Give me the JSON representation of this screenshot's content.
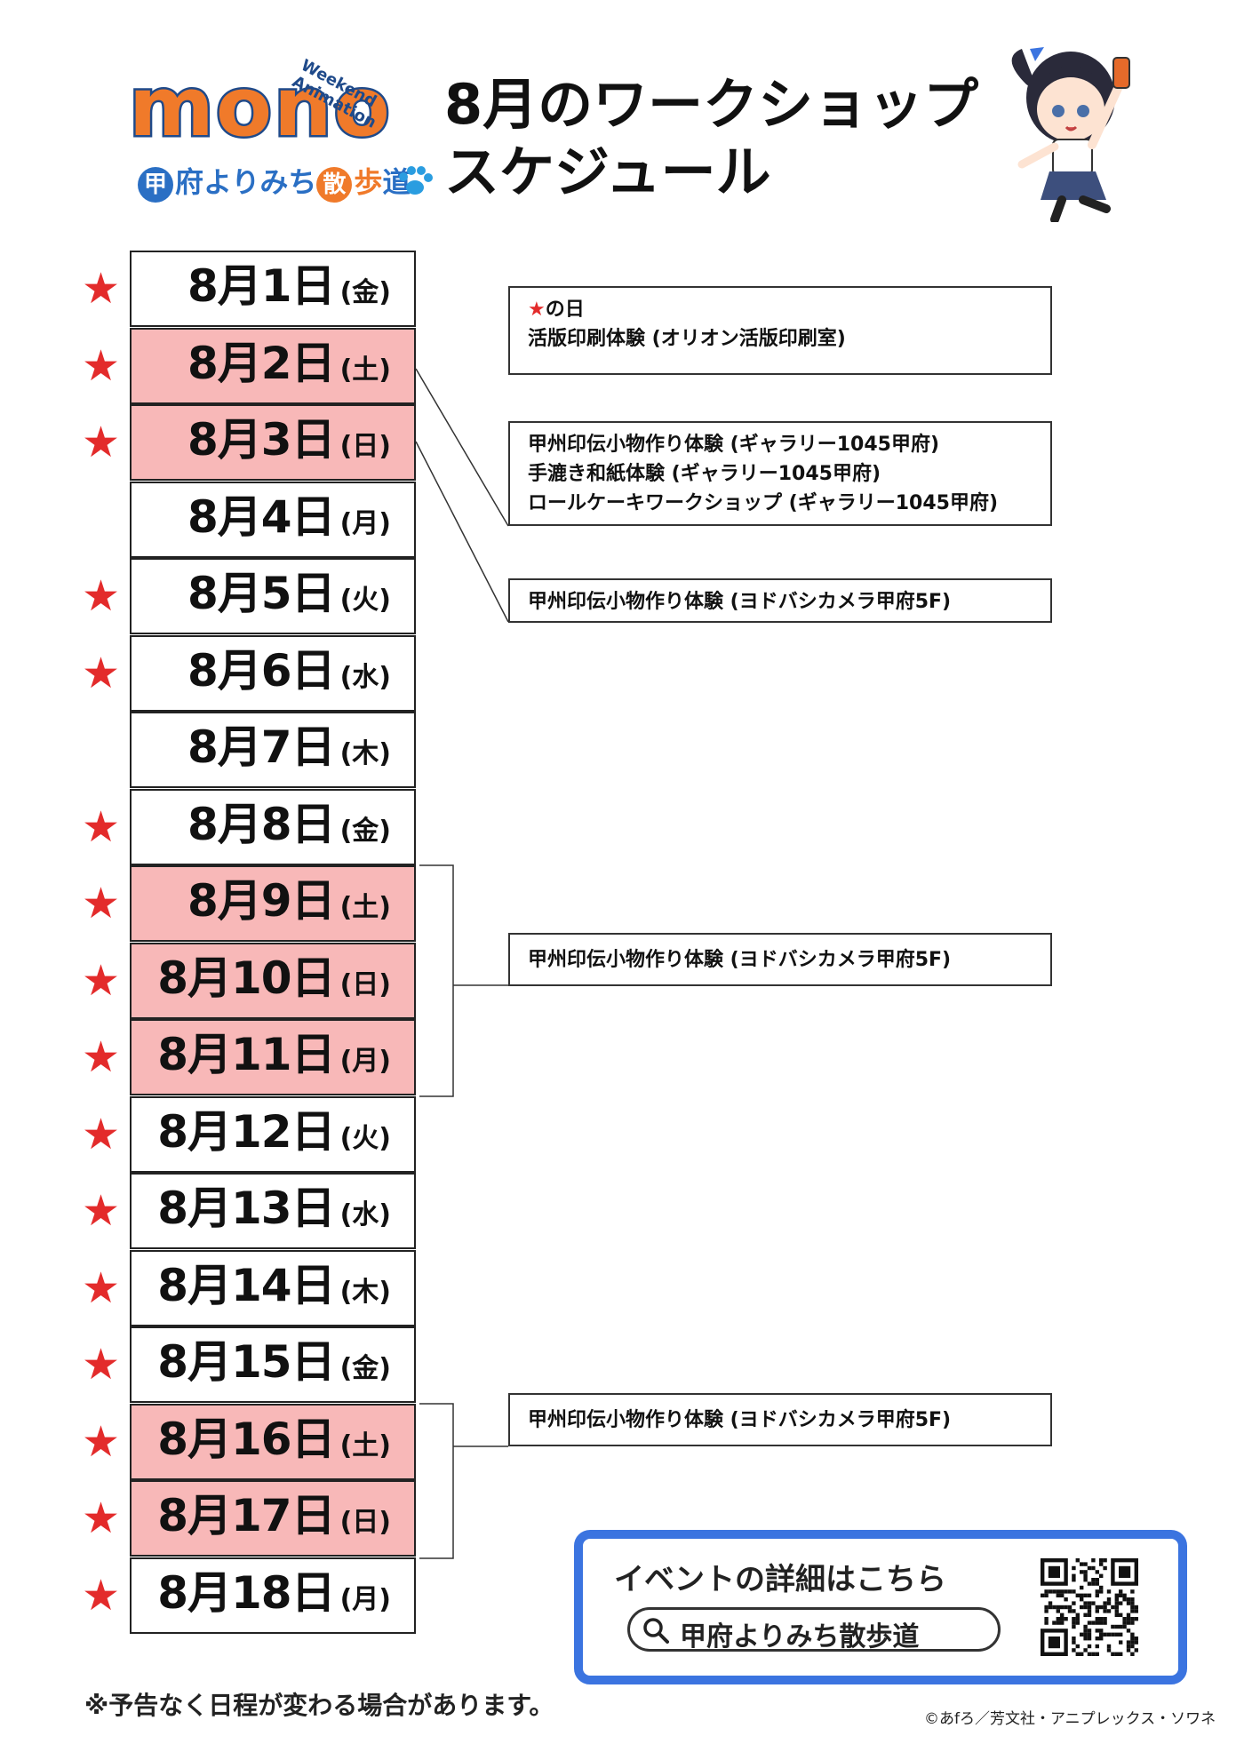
{
  "logo": {
    "word": "mono",
    "arc_text": "Weekend Animation",
    "subtitle_chars": [
      "甲",
      "府",
      "よりみち",
      "散",
      "歩",
      "道"
    ]
  },
  "title": {
    "line1": "8月のワークショップ",
    "line2": "スケジュール"
  },
  "dates": [
    {
      "date": "8月1日",
      "dow": "(金)",
      "star": true,
      "weekend": false
    },
    {
      "date": "8月2日",
      "dow": "(土)",
      "star": true,
      "weekend": true
    },
    {
      "date": "8月3日",
      "dow": "(日)",
      "star": true,
      "weekend": true
    },
    {
      "date": "8月4日",
      "dow": "(月)",
      "star": false,
      "weekend": false
    },
    {
      "date": "8月5日",
      "dow": "(火)",
      "star": true,
      "weekend": false
    },
    {
      "date": "8月6日",
      "dow": "(水)",
      "star": true,
      "weekend": false
    },
    {
      "date": "8月7日",
      "dow": "(木)",
      "star": false,
      "weekend": false
    },
    {
      "date": "8月8日",
      "dow": "(金)",
      "star": true,
      "weekend": false
    },
    {
      "date": "8月9日",
      "dow": "(土)",
      "star": true,
      "weekend": true
    },
    {
      "date": "8月10日",
      "dow": "(日)",
      "star": true,
      "weekend": true
    },
    {
      "date": "8月11日",
      "dow": "(月)",
      "star": true,
      "weekend": true
    },
    {
      "date": "8月12日",
      "dow": "(火)",
      "star": true,
      "weekend": false
    },
    {
      "date": "8月13日",
      "dow": "(水)",
      "star": true,
      "weekend": false
    },
    {
      "date": "8月14日",
      "dow": "(木)",
      "star": true,
      "weekend": false
    },
    {
      "date": "8月15日",
      "dow": "(金)",
      "star": true,
      "weekend": false
    },
    {
      "date": "8月16日",
      "dow": "(土)",
      "star": true,
      "weekend": true
    },
    {
      "date": "8月17日",
      "dow": "(日)",
      "star": true,
      "weekend": true
    },
    {
      "date": "8月18日",
      "dow": "(月)",
      "star": true,
      "weekend": false
    }
  ],
  "star_glyph": "★",
  "info": {
    "star_legend": {
      "star": "★",
      "label": "の日",
      "detail": "活版印刷体験 (オリオン活版印刷室)"
    },
    "aug2": [
      "甲州印伝小物作り体験 (ギャラリー1045甲府)",
      "手漉き和紙体験 (ギャラリー1045甲府)",
      "ロールケーキワークショップ (ギャラリー1045甲府)"
    ],
    "aug3": "甲州印伝小物作り体験 (ヨドバシカメラ甲府5F)",
    "aug9_11": "甲州印伝小物作り体験 (ヨドバシカメラ甲府5F)",
    "aug16_17": "甲州印伝小物作り体験 (ヨドバシカメラ甲府5F)"
  },
  "event": {
    "title": "イベントの詳細はこちら",
    "search_text": "甲府よりみち散歩道"
  },
  "footnote": "※予告なく日程が変わる場合があります。",
  "copyright": "©あfろ／芳文社・アニプレックス・ソワネ",
  "colors": {
    "weekend_fill": "#f8b8b8",
    "star_red": "#e32b2b",
    "event_border": "#3b74e0",
    "logo_orange": "#f07a2a",
    "logo_blue": "#1f4a8a"
  }
}
